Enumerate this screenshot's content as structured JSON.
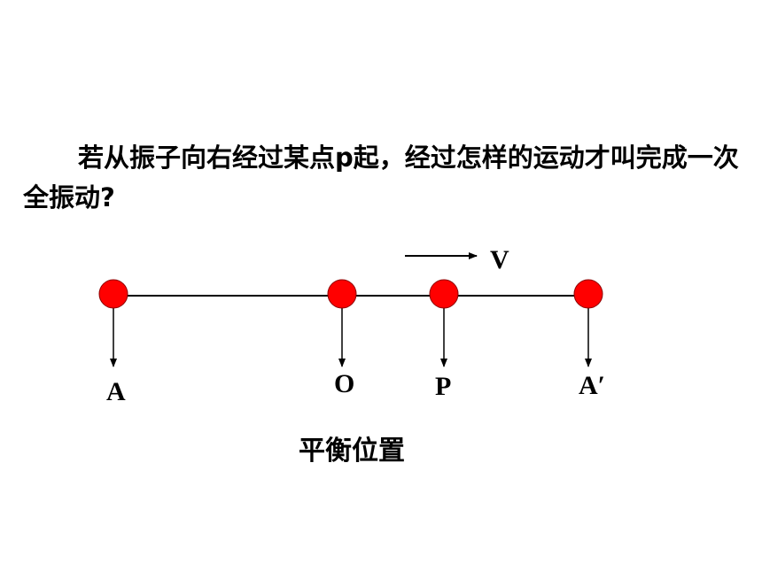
{
  "question": {
    "text": "若从振子向右经过某点p起，经过怎样的运动才叫完成一次全振动?"
  },
  "velocity_label": "V",
  "points": [
    {
      "id": "A",
      "label": "A"
    },
    {
      "id": "O",
      "label": "O"
    },
    {
      "id": "P",
      "label": "P"
    },
    {
      "id": "A_prime",
      "label": "A′"
    }
  ],
  "caption": "平衡位置",
  "colors": {
    "ball_fill": "#ff0000",
    "ball_stroke": "#8b0000",
    "line": "#000000"
  }
}
